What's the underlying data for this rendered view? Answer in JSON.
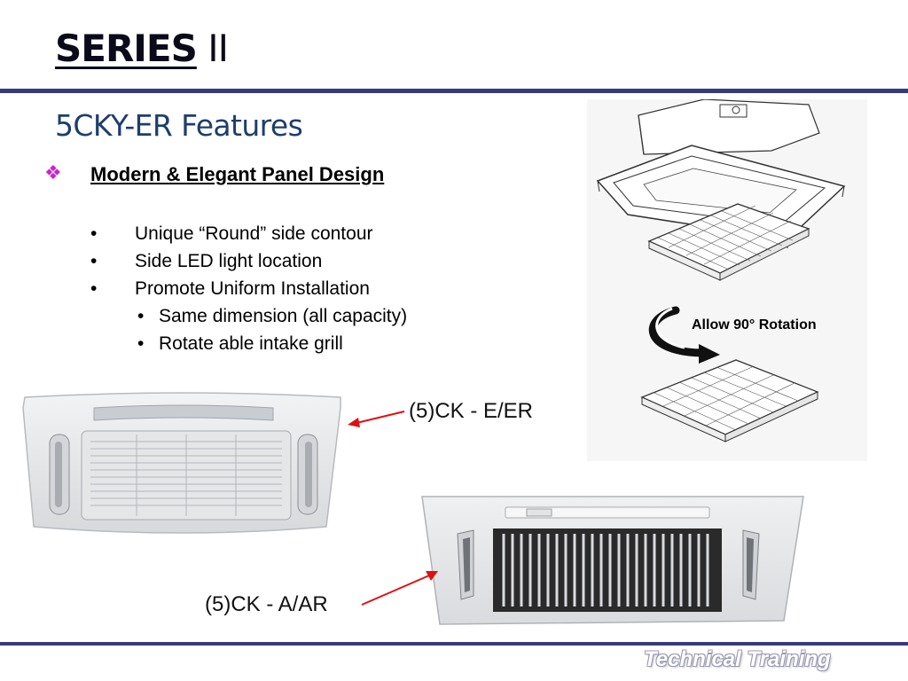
{
  "slide": {
    "title_part1": "SERIES",
    "title_part2": " II",
    "subtitle": "5CKY-ER Features"
  },
  "feature": {
    "marker_icon": "diamond-bullet-icon",
    "heading": "Modern & Elegant Panel Design",
    "bullets": [
      "Unique “Round” side contour",
      "Side LED light location",
      "Promote Uniform Installation"
    ],
    "sub_bullets": [
      "Same dimension (all capacity)",
      "Rotate able intake grill"
    ]
  },
  "diagram": {
    "rotation_label": "Allow 90° Rotation"
  },
  "models": {
    "er_label": "(5)CK - E/ER",
    "ar_label": "(5)CK - A/AR"
  },
  "footer": {
    "text": "Technical Training"
  },
  "colors": {
    "rule": "#38397e",
    "subtitle": "#1d3e6e",
    "bullet_marker": "#cc22cc",
    "arrow": "#e01010"
  }
}
